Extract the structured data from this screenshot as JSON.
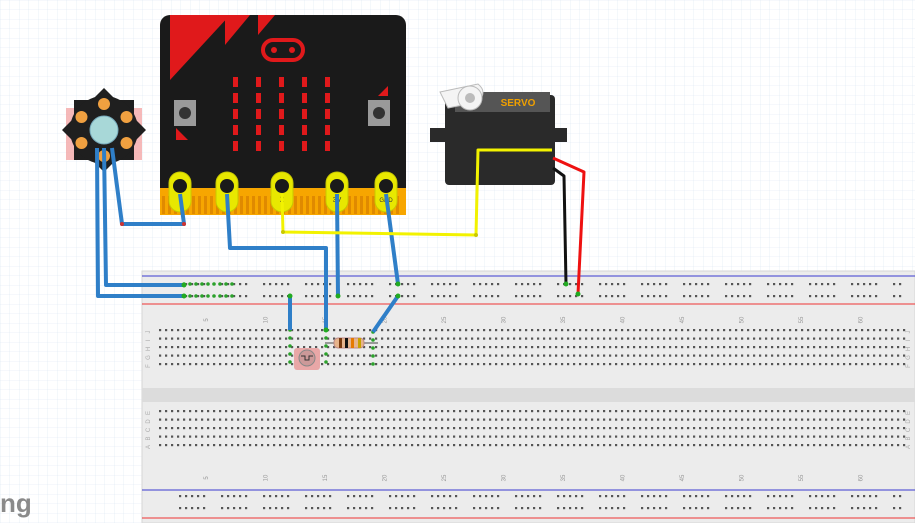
{
  "microbit": {
    "pin_labels": [
      "2",
      "3V",
      "GND"
    ],
    "logo": "logo-icon"
  },
  "servo": {
    "label": "SERVO"
  },
  "breadboard": {
    "column_numbers": [
      "5",
      "10",
      "15",
      "20",
      "25",
      "30",
      "35",
      "40",
      "45",
      "50",
      "55",
      "60"
    ],
    "row_letters_top": [
      "J",
      "I",
      "H",
      "G",
      "F"
    ],
    "row_letters_bottom": [
      "E",
      "D",
      "C",
      "B",
      "A"
    ]
  },
  "watermark": {
    "text": "ng"
  },
  "colors": {
    "microbit_body": "#1a1a1a",
    "microbit_red": "#e0191b",
    "pin_gold": "#f7a600",
    "pin_yellow": "#e8e800",
    "breadboard": "#ececec",
    "rail_red": "#e33",
    "rail_blue": "#33c",
    "wire_blue": "#2f7fc8",
    "wire_yellow": "#f2f200",
    "wire_red": "#e11",
    "wire_black": "#111"
  }
}
